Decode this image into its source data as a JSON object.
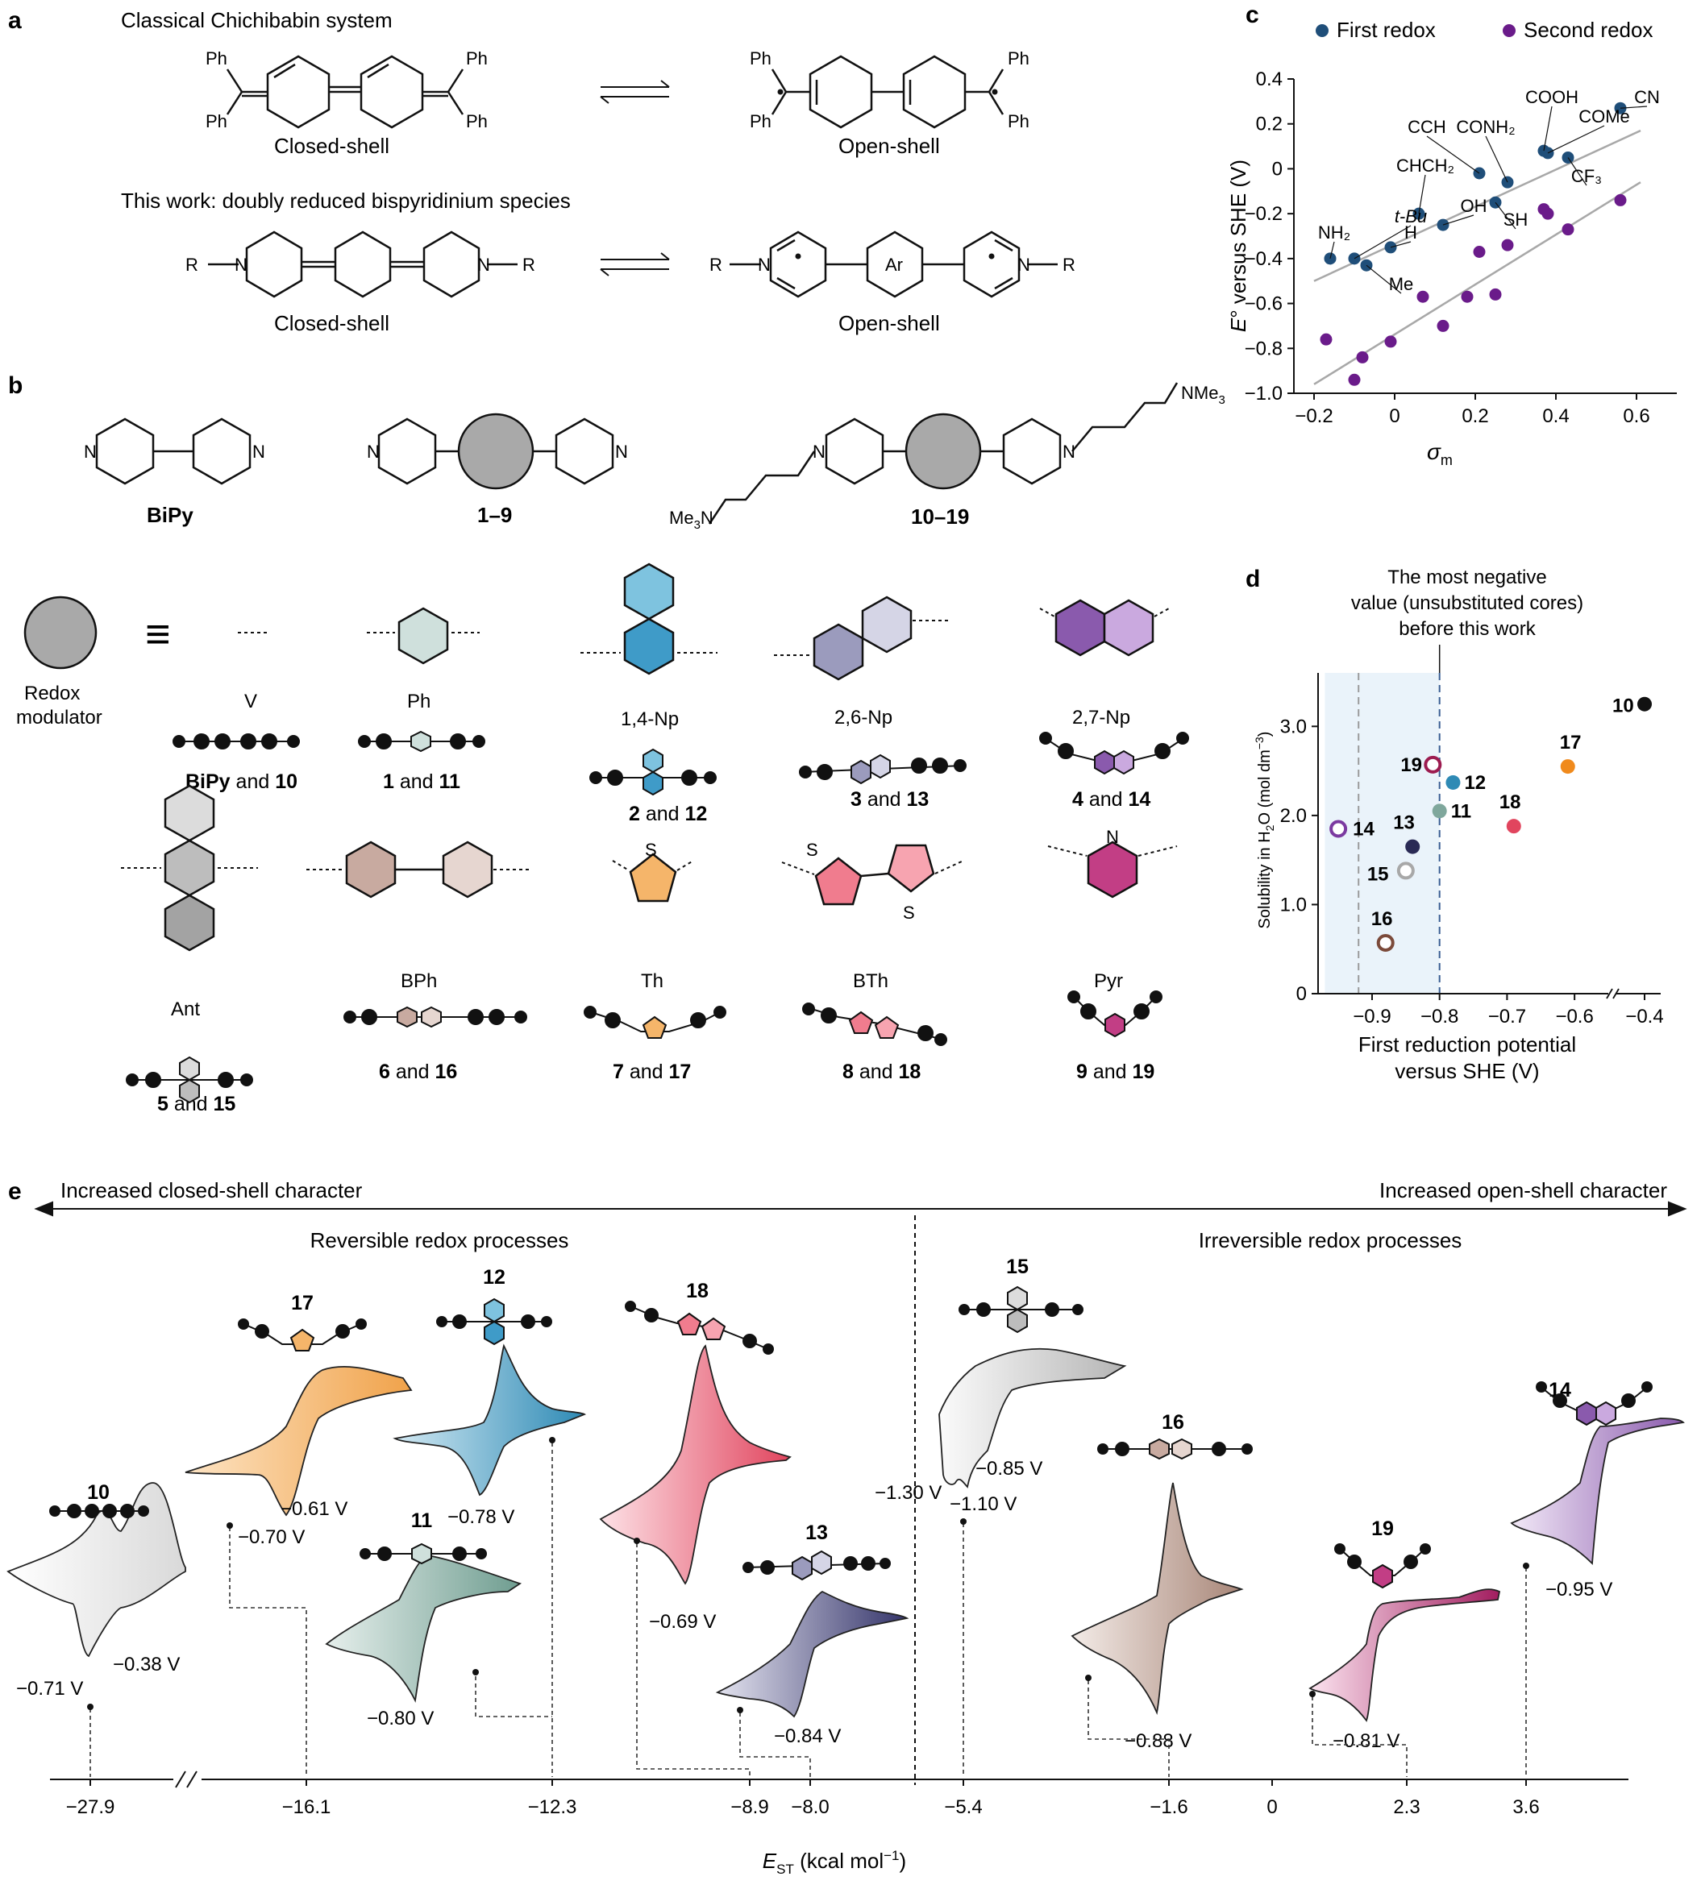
{
  "panel_a": {
    "label": "a",
    "title1": "Classical Chichibabin system",
    "title2": "This work: doubly reduced bispyridinium species",
    "closed_shell": "Closed-shell",
    "open_shell": "Open-shell",
    "ph": "Ph",
    "r": "R",
    "n": "N",
    "ar": "Ar"
  },
  "panel_b": {
    "label": "b",
    "bipy_label": "BiPy",
    "compound_1_9": "1–9",
    "compound_10_19": "10–19",
    "nme3": "NMe",
    "me3n": "Me",
    "redox_modulator_1": "Redox",
    "redox_modulator_2": "modulator",
    "equiv": "≡",
    "cores": [
      {
        "name": "V",
        "pair_a": "BiPy",
        "pair_b": "10"
      },
      {
        "name": "Ph",
        "pair_a": "1",
        "pair_b": "11"
      },
      {
        "name": "1,4-Np",
        "pair_a": "2",
        "pair_b": "12"
      },
      {
        "name": "2,6-Np",
        "pair_a": "3",
        "pair_b": "13"
      },
      {
        "name": "2,7-Np",
        "pair_a": "4",
        "pair_b": "14"
      },
      {
        "name": "Ant",
        "pair_a": "5",
        "pair_b": "15"
      },
      {
        "name": "BPh",
        "pair_a": "6",
        "pair_b": "16"
      },
      {
        "name": "Th",
        "pair_a": "7",
        "pair_b": "17"
      },
      {
        "name": "BTh",
        "pair_a": "8",
        "pair_b": "18"
      },
      {
        "name": "Pyr",
        "pair_a": "9",
        "pair_b": "19"
      }
    ],
    "and": "and",
    "s": "S"
  },
  "panel_c": {
    "label": "c",
    "legend": [
      {
        "name": "First redox",
        "color": "#1f4e79"
      },
      {
        "name": "Second redox",
        "color": "#6a1b8a"
      }
    ],
    "ylabel": "E° versus SHE (V)",
    "xlabel": "σm",
    "annotations": [
      "CN",
      "COOH",
      "COMe",
      "CCH",
      "CONH2",
      "CF3",
      "CHCH2",
      "OH",
      "SH",
      "t-Bu",
      "H",
      "NH2",
      "Me"
    ]
  },
  "panel_d": {
    "label": "d",
    "note": "The most negative value (unsubstituted cores) before this work",
    "note_lines": [
      "The most negative",
      "value (unsubstituted cores)",
      "before this work"
    ],
    "ylabel": "Solubility in H2O (mol dm−3)",
    "xlabel_1": "First reduction potential",
    "xlabel_2": "versus SHE (V)"
  },
  "panel_e": {
    "label": "e",
    "left_arrow": "Increased closed-shell character",
    "right_arrow": "Increased open-shell character",
    "reversible": "Reversible redox processes",
    "irreversible": "Irreversible redox processes",
    "axis_label": "EST (kcal mol−1)",
    "ticks": [
      "−27.9",
      "−16.1",
      "−12.3",
      "−8.9",
      "−8.0",
      "−5.4",
      "−1.6",
      "0",
      "2.3",
      "3.6"
    ],
    "cvs": [
      {
        "id": "10",
        "potentials": [
          "−0.38 V",
          "−0.71 V"
        ],
        "color": "#bdbdbd"
      },
      {
        "id": "17",
        "potentials": [
          "−0.61 V",
          "−0.70 V"
        ],
        "color": "#f0a24a"
      },
      {
        "id": "12",
        "potentials": [
          "−0.78 V"
        ],
        "color": "#2e8ab5"
      },
      {
        "id": "11",
        "potentials": [
          "−0.80 V"
        ],
        "color": "#7fa79c"
      },
      {
        "id": "18",
        "potentials": [
          "−0.69 V"
        ],
        "color": "#e1455e"
      },
      {
        "id": "13",
        "potentials": [
          "−0.84 V"
        ],
        "color": "#3a3a6b"
      },
      {
        "id": "15",
        "potentials": [
          "−1.30 V",
          "−0.85 V",
          "−1.10 V"
        ],
        "color": "#bdbdbd"
      },
      {
        "id": "16",
        "potentials": [
          "−0.88 V"
        ],
        "color": "#a88678"
      },
      {
        "id": "19",
        "potentials": [
          "−0.81 V"
        ],
        "color": "#b0266a"
      },
      {
        "id": "14",
        "potentials": [
          "−0.95 V"
        ],
        "color": "#8a5aad"
      }
    ]
  },
  "chart_data": [
    {
      "type": "scatter",
      "xlabel": "σm",
      "ylabel": "E° versus SHE (V)",
      "xlim": [
        -0.25,
        0.7
      ],
      "ylim": [
        -1.0,
        0.4
      ],
      "xticks": [
        "−0.2",
        "0",
        "0.2",
        "0.4",
        "0.6"
      ],
      "yticks": [
        "0.4",
        "0.2",
        "0",
        "−0.2",
        "−0.4",
        "−0.6",
        "−0.8",
        "−1.0"
      ],
      "series": [
        {
          "name": "First redox",
          "points": [
            [
              -0.16,
              -0.4
            ],
            [
              -0.1,
              -0.4
            ],
            [
              -0.07,
              -0.43
            ],
            [
              -0.01,
              -0.35
            ],
            [
              0.06,
              -0.2
            ],
            [
              0.12,
              -0.25
            ],
            [
              0.21,
              -0.02
            ],
            [
              0.25,
              -0.15
            ],
            [
              0.28,
              -0.06
            ],
            [
              0.37,
              0.08
            ],
            [
              0.38,
              0.07
            ],
            [
              0.43,
              0.05
            ],
            [
              0.56,
              0.27
            ]
          ]
        },
        {
          "name": "Second redox",
          "points": [
            [
              -0.17,
              -0.76
            ],
            [
              -0.1,
              -0.94
            ],
            [
              -0.08,
              -0.84
            ],
            [
              -0.01,
              -0.77
            ],
            [
              0.07,
              -0.57
            ],
            [
              0.12,
              -0.7
            ],
            [
              0.18,
              -0.57
            ],
            [
              0.21,
              -0.37
            ],
            [
              0.25,
              -0.56
            ],
            [
              0.28,
              -0.34
            ],
            [
              0.37,
              -0.18
            ],
            [
              0.38,
              -0.2
            ],
            [
              0.43,
              -0.27
            ],
            [
              0.56,
              -0.14
            ]
          ]
        }
      ],
      "fit_lines": [
        {
          "series": "First redox",
          "from": [
            -0.2,
            -0.5
          ],
          "to": [
            0.61,
            0.17
          ]
        },
        {
          "series": "Second redox",
          "from": [
            -0.2,
            -0.96
          ],
          "to": [
            0.61,
            -0.06
          ]
        }
      ],
      "legend": "top"
    },
    {
      "type": "scatter",
      "xlabel": "First reduction potential versus SHE (V)",
      "ylabel": "Solubility in H2O (mol dm−3)",
      "xlim": [
        -0.98,
        -0.55
      ],
      "ylim": [
        0,
        3.6
      ],
      "xticks": [
        "−0.9",
        "−0.8",
        "−0.7",
        "−0.6",
        "−0.4"
      ],
      "yticks": [
        "0",
        "1.0",
        "2.0",
        "3.0"
      ],
      "points": [
        {
          "label": "10",
          "x": -0.38,
          "y": 3.25,
          "color": "#111111",
          "filled": true
        },
        {
          "label": "17",
          "x": -0.61,
          "y": 2.55,
          "color": "#f08a1c",
          "filled": true
        },
        {
          "label": "12",
          "x": -0.78,
          "y": 2.37,
          "color": "#2e8ab5",
          "filled": true
        },
        {
          "label": "19",
          "x": -0.81,
          "y": 2.57,
          "color": "#9c1b4f",
          "filled": false
        },
        {
          "label": "11",
          "x": -0.8,
          "y": 2.05,
          "color": "#7fa79c",
          "filled": true
        },
        {
          "label": "18",
          "x": -0.69,
          "y": 1.88,
          "color": "#e1455e",
          "filled": true
        },
        {
          "label": "14",
          "x": -0.95,
          "y": 1.85,
          "color": "#7b3aa0",
          "filled": false
        },
        {
          "label": "13",
          "x": -0.84,
          "y": 1.65,
          "color": "#2a2a55",
          "filled": true
        },
        {
          "label": "15",
          "x": -0.85,
          "y": 1.38,
          "color": "#a8a8a8",
          "filled": false
        },
        {
          "label": "16",
          "x": -0.88,
          "y": 0.57,
          "color": "#7b4a3a",
          "filled": false
        }
      ],
      "shaded_region": [
        -0.97,
        -0.8
      ],
      "reference_lines": [
        -0.92,
        -0.8
      ]
    }
  ]
}
